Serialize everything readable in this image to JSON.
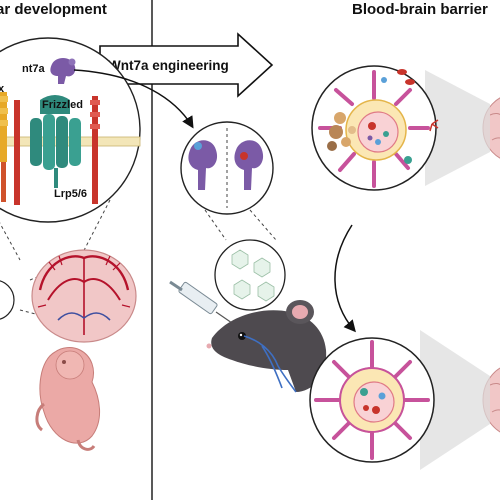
{
  "panels": {
    "left_title": "ar development",
    "right_title": "Blood-brain barrier"
  },
  "arrow_label": "Wnt7a engineering",
  "receptor_labels": {
    "ligand": "nt7a",
    "x": "x",
    "frizzled": "Frizzled",
    "lrp": "Lrp5/6"
  },
  "colors": {
    "ligand_purple": "#7b5aa6",
    "brain_pink": "#f1c7c7",
    "vessel_red": "#b5122b",
    "pericyte_magenta": "#c7529b",
    "frizzled_teal": "#2f8a7d",
    "embryo_pink": "#eba9a6",
    "mouse_gray": "#4e4a4f"
  }
}
